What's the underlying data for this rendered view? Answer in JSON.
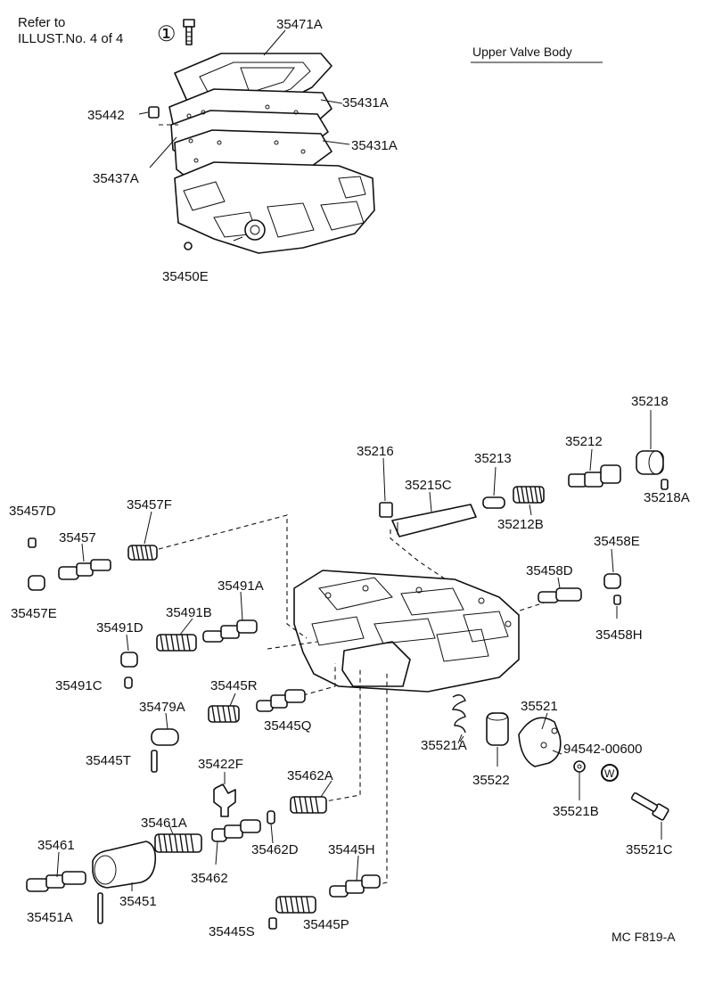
{
  "header": {
    "note_line1": "Refer to",
    "note_line2": "ILLUST.No. 4 of 4",
    "ref_symbol": "①",
    "section_title": "Upper Valve Body"
  },
  "footer": {
    "code": "MC F819-A"
  },
  "labels": {
    "p35471A": "35471A",
    "p35431A_1": "35431A",
    "p35431A_2": "35431A",
    "p35442": "35442",
    "p35437A": "35437A",
    "p35450E": "35450E",
    "p35218": "35218",
    "p35218A": "35218A",
    "p35216": "35216",
    "p35213": "35213",
    "p35212": "35212",
    "p35215C": "35215C",
    "p35212B": "35212B",
    "p35457D": "35457D",
    "p35457F": "35457F",
    "p35457": "35457",
    "p35457E": "35457E",
    "p35458E": "35458E",
    "p35458D": "35458D",
    "p35458H": "35458H",
    "p35491A": "35491A",
    "p35491B": "35491B",
    "p35491D": "35491D",
    "p35491C": "35491C",
    "p35445R": "35445R",
    "p35445Q": "35445Q",
    "p35479A": "35479A",
    "p35445T": "35445T",
    "p35521": "35521",
    "p35521A": "35521A",
    "p35522": "35522",
    "p94542": "94542-00600",
    "p35521B": "35521B",
    "p35521C": "35521C",
    "p35422F": "35422F",
    "p35462A": "35462A",
    "p35461A": "35461A",
    "p35461": "35461",
    "p35451": "35451",
    "p35462": "35462",
    "p35462D": "35462D",
    "p35445H": "35445H",
    "p35451A": "35451A",
    "p35445S": "35445S",
    "p35445P": "35445P",
    "washer_symbol": "W"
  }
}
